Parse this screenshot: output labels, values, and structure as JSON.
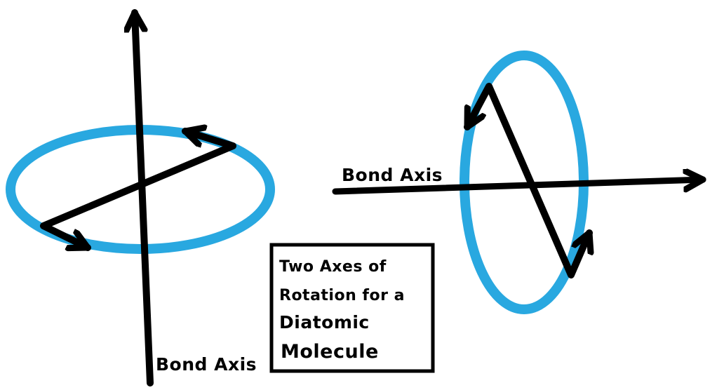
{
  "left_diagram": {
    "bond_axis_label": "Bond Axis"
  },
  "right_diagram": {
    "bond_axis_label": "Bond Axis"
  },
  "caption_box": {
    "lines": [
      "Two Axes of",
      "Rotation for a",
      "Diatomic",
      "Molecule"
    ]
  },
  "colors": {
    "ring": "#29a8e0",
    "ink": "#000000"
  }
}
